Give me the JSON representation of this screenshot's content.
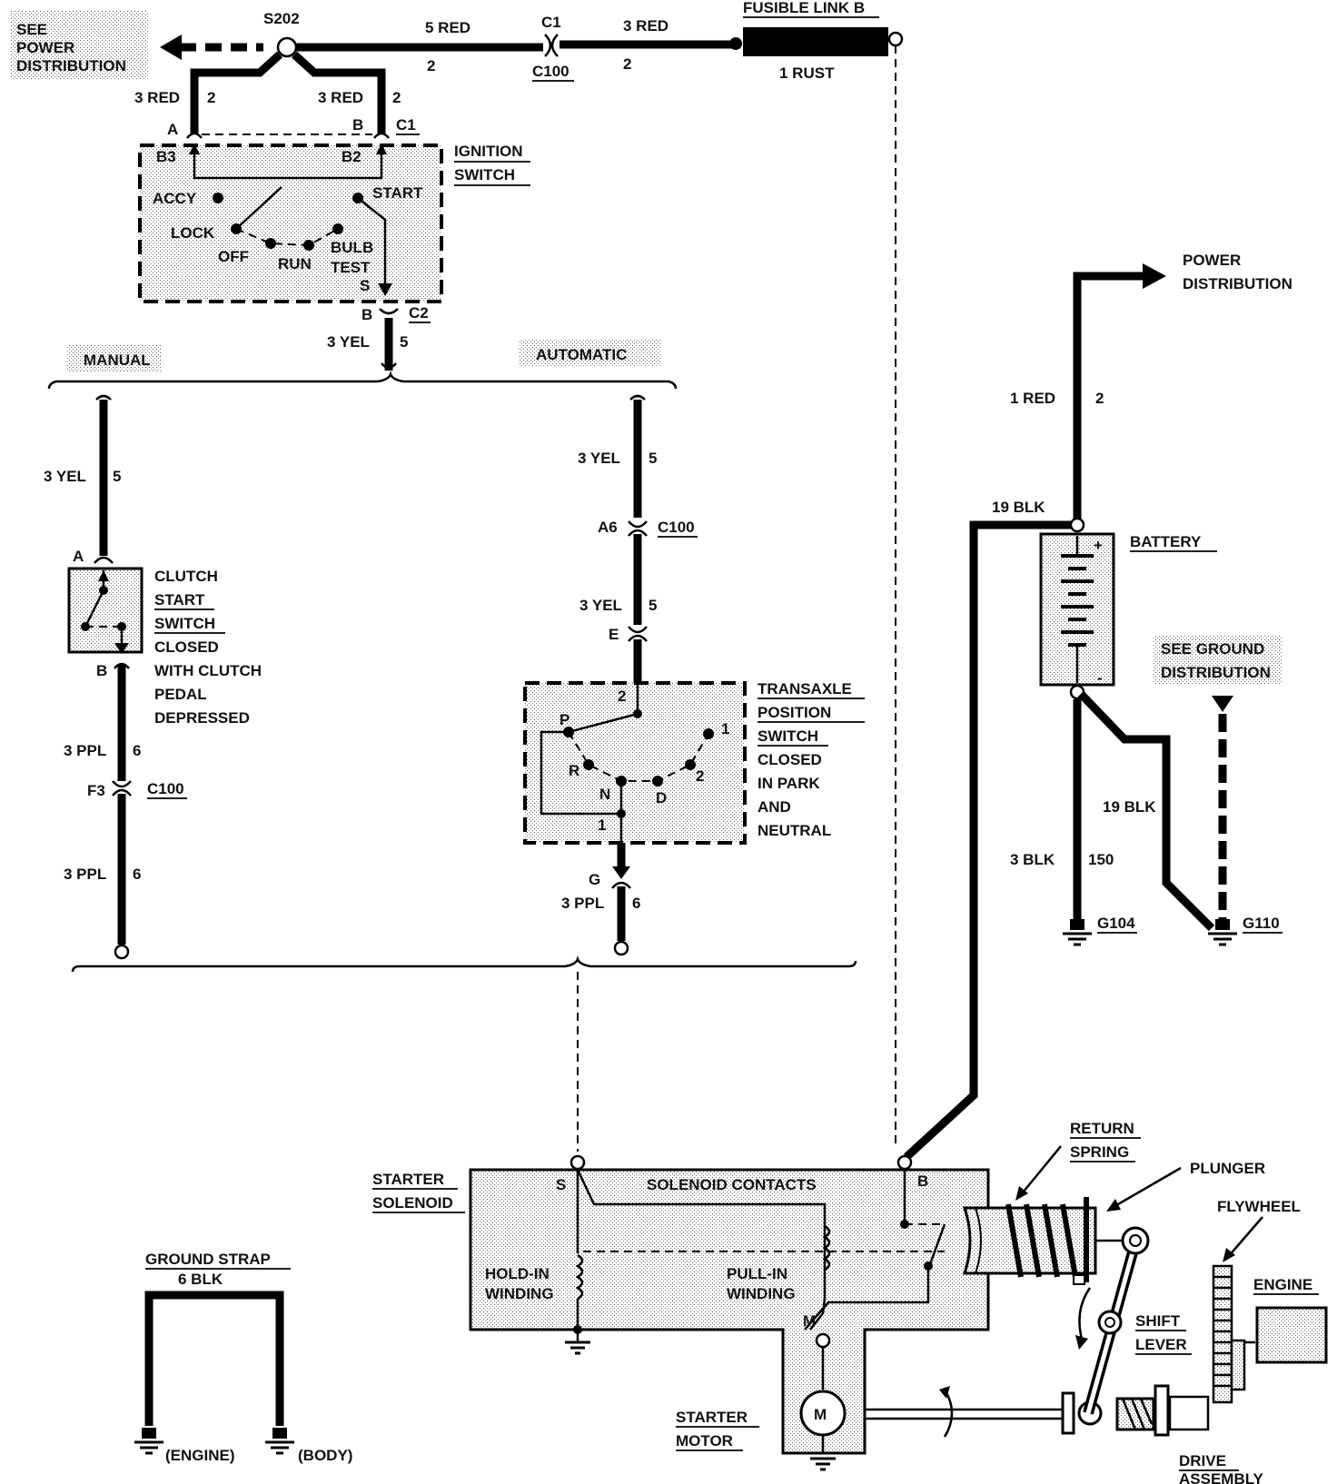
{
  "labels": {
    "see_power_distribution": [
      "SEE",
      "POWER",
      "DISTRIBUTION"
    ],
    "s202": "S202",
    "wire_5red": "5 RED",
    "circuit_2a": "2",
    "c1_top": "C1",
    "c100_top": "C100",
    "wire_3red_top": "3 RED",
    "circuit_2b": "2",
    "fusible_link": "FUSIBLE LINK B",
    "rust": "1 RUST",
    "left_3red": "3 RED",
    "left_2": "2",
    "right_3red": "3 RED",
    "right_2": "2",
    "pin_a": "A",
    "pin_b": "B",
    "c1_sw": "C1",
    "b3": "B3",
    "b2": "B2",
    "ignition_switch": [
      "IGNITION",
      "SWITCH"
    ],
    "accy": "ACCY",
    "start": "START",
    "lock": "LOCK",
    "off": "OFF",
    "run": "RUN",
    "bulb_test": [
      "BULB",
      "TEST"
    ],
    "s_pin": "S",
    "b_c2": "B",
    "c2": "C2",
    "yel_3_top": "3 YEL",
    "five_top": "5",
    "manual": "MANUAL",
    "automatic": "AUTOMATIC",
    "m_yel": "3 YEL",
    "m_5": "5",
    "m_a": "A",
    "clutch_switch": [
      "CLUTCH",
      "START",
      "SWITCH",
      "CLOSED",
      "WITH CLUTCH",
      "PEDAL",
      "DEPRESSED"
    ],
    "m_b": "B",
    "m_ppl1": "3 PPL",
    "m_6a": "6",
    "m_f3": "F3",
    "m_c100": "C100",
    "m_ppl2": "3 PPL",
    "m_6b": "6",
    "a_yel1": "3 YEL",
    "a_5a": "5",
    "a_a6": "A6",
    "a_c100": "C100",
    "a_yel2": "3 YEL",
    "a_5b": "5",
    "a_e": "E",
    "transaxle_switch": [
      "TRANSAXLE",
      "POSITION",
      "SWITCH",
      "CLOSED",
      "IN PARK",
      "AND",
      "NEUTRAL"
    ],
    "t_2top": "2",
    "t_p": "P",
    "t_1r": "1",
    "t_r": "R",
    "t_2r": "2",
    "t_n": "N",
    "t_d": "D",
    "t_1b": "1",
    "a_g": "G",
    "a_ppl": "3 PPL",
    "a_6": "6",
    "power_distribution": [
      "POWER",
      "DISTRIBUTION"
    ],
    "red_1": "1 RED",
    "red_2": "2",
    "blk_19a": "19 BLK",
    "battery": "BATTERY",
    "see_ground_distribution": [
      "SEE GROUND",
      "DISTRIBUTION"
    ],
    "blk_19b": "19 BLK",
    "blk_3": "3 BLK",
    "blk_150": "150",
    "g104": "G104",
    "g110": "G110",
    "starter_solenoid": [
      "STARTER",
      "SOLENOID"
    ],
    "s_term": "S",
    "solenoid_contacts": "SOLENOID CONTACTS",
    "b_term": "B",
    "hold_in": [
      "HOLD-IN",
      "WINDING"
    ],
    "pull_in": [
      "PULL-IN",
      "WINDING"
    ],
    "m_term": "M",
    "return_spring": [
      "RETURN",
      "SPRING"
    ],
    "plunger": "PLUNGER",
    "flywheel": "FLYWHEEL",
    "engine": "ENGINE",
    "shift_lever": [
      "SHIFT",
      "LEVER"
    ],
    "motor_m": "M",
    "starter_motor": [
      "STARTER",
      "MOTOR"
    ],
    "drive_assembly": [
      "DRIVE",
      "ASSEMBLY"
    ],
    "ground_strap": [
      "GROUND STRAP",
      "6 BLK"
    ],
    "engine_gnd": "(ENGINE)",
    "body_gnd": "(BODY)"
  }
}
